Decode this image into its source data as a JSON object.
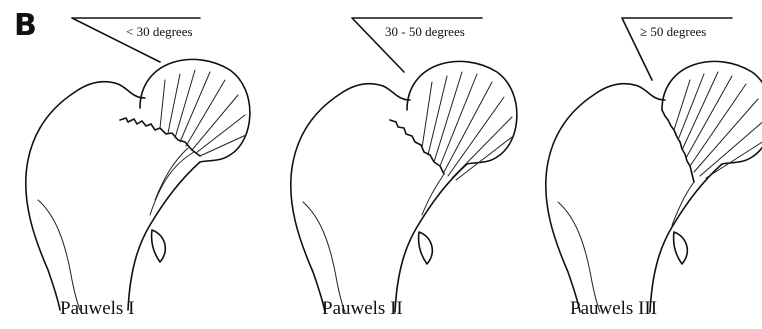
{
  "figure": {
    "panel_letter": "B",
    "panels": [
      {
        "angle_label": "< 30 degrees",
        "type_label": "Pauwels I",
        "fracture_line": "near-horizontal"
      },
      {
        "angle_label": "30 - 50 degrees",
        "type_label": "Pauwels II",
        "fracture_line": "oblique"
      },
      {
        "angle_label": "≥ 50 degrees",
        "type_label": "Pauwels III",
        "fracture_line": "steep-vertical"
      }
    ]
  }
}
